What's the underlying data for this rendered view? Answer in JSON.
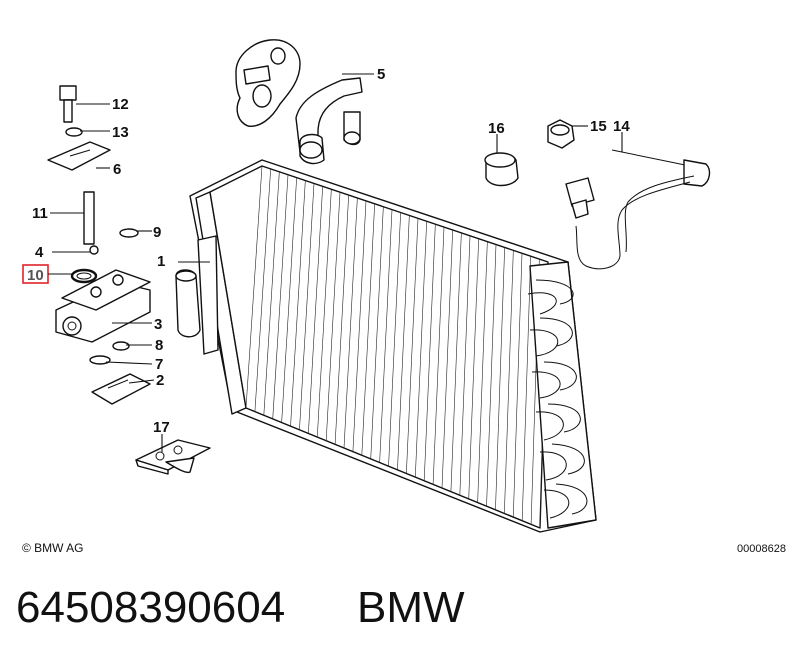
{
  "diagram": {
    "callouts": {
      "c1": "1",
      "c2": "2",
      "c3": "3",
      "c4": "4",
      "c5": "5",
      "c6": "6",
      "c7": "7",
      "c8": "8",
      "c9": "9",
      "c10": "10",
      "c11": "11",
      "c12": "12",
      "c13": "13",
      "c14": "14",
      "c15": "15",
      "c16": "16",
      "c17": "17"
    },
    "highlighted_callout": "10",
    "highlight_color": "#e0252b",
    "copyright": "© BMW AG",
    "drawing_number": "00008628"
  },
  "caption": {
    "part_number": "64508390604",
    "brand": "BMW"
  }
}
